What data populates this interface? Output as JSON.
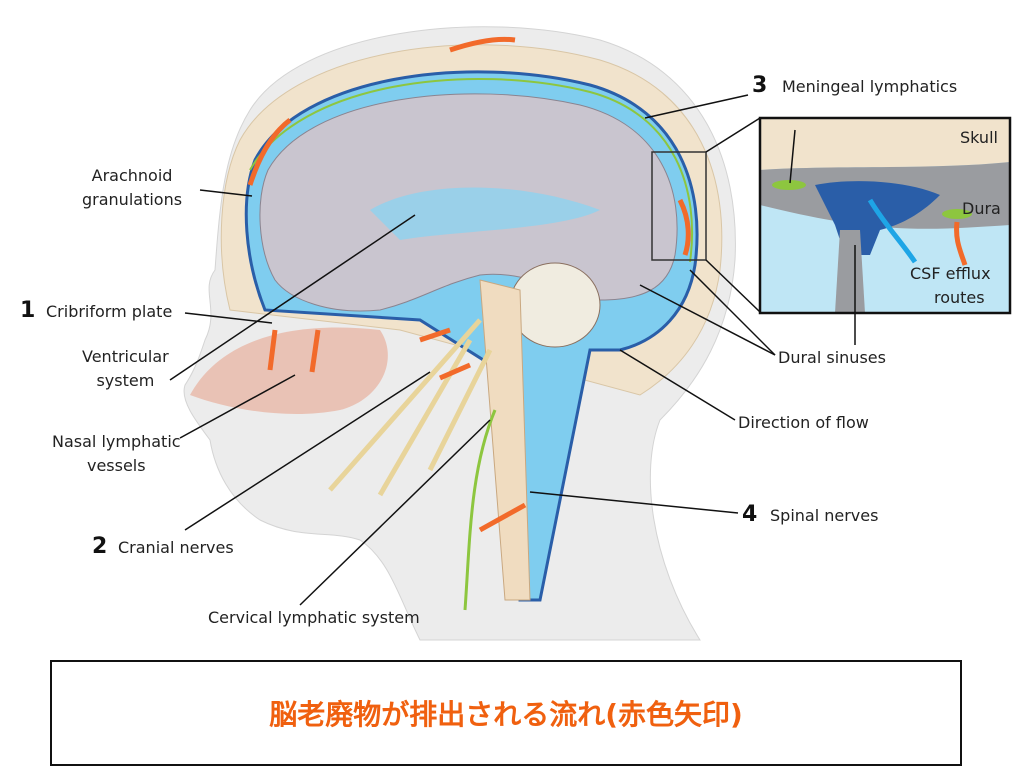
{
  "labels": {
    "arachnoid": [
      "Arachnoid",
      "granulations"
    ],
    "cribriform": {
      "num": "1",
      "text": "Cribriform plate"
    },
    "ventricular": [
      "Ventricular",
      "system"
    ],
    "nasal": [
      "Nasal lymphatic",
      "vessels"
    ],
    "cranial": {
      "num": "2",
      "text": "Cranial nerves"
    },
    "cervical": "Cervical lymphatic system",
    "meningeal": {
      "num": "3",
      "text": "Meningeal lymphatics"
    },
    "dural_sinuses": "Dural sinuses",
    "direction": "Direction of flow",
    "spinal": {
      "num": "4",
      "text": "Spinal nerves"
    }
  },
  "inset": {
    "skull": "Skull",
    "dura": "Dura",
    "csf": [
      "CSF efflux",
      "routes"
    ]
  },
  "caption": "脳老廃物が排出される流れ(赤色矢印)",
  "colors": {
    "csf": "#7fcdef",
    "arrow": "#f26a2a",
    "lymph": "#8dc63f",
    "vein": "#2a5ea8",
    "caption": "#f0600f"
  }
}
